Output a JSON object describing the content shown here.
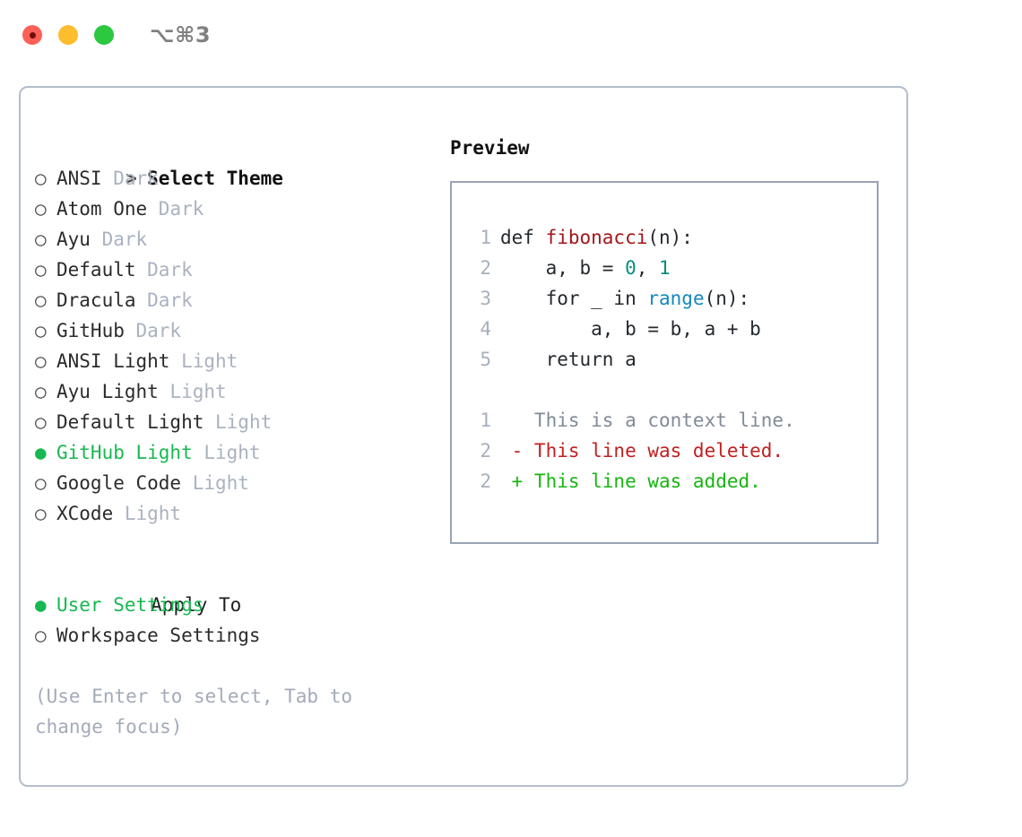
{
  "window": {
    "traffic_lights": [
      {
        "name": "close",
        "color": "#fc6058"
      },
      {
        "name": "minimize",
        "color": "#fdbd2e"
      },
      {
        "name": "zoom",
        "color": "#2bc840"
      }
    ],
    "shortcut": "⌥⌘3"
  },
  "theme_picker": {
    "prompt": ">",
    "header": "Select Theme",
    "bullet_selected": "●",
    "bullet_unselected": "○",
    "accent_color": "#17b851",
    "variant_color": "#aab2c0",
    "items": [
      {
        "name": "ANSI",
        "variant": "Dark",
        "selected": false
      },
      {
        "name": "Atom One",
        "variant": "Dark",
        "selected": false
      },
      {
        "name": "Ayu",
        "variant": "Dark",
        "selected": false
      },
      {
        "name": "Default",
        "variant": "Dark",
        "selected": false
      },
      {
        "name": "Dracula",
        "variant": "Dark",
        "selected": false
      },
      {
        "name": "GitHub",
        "variant": "Dark",
        "selected": false
      },
      {
        "name": "ANSI Light",
        "variant": "Light",
        "selected": false
      },
      {
        "name": "Ayu Light",
        "variant": "Light",
        "selected": false
      },
      {
        "name": "Default Light",
        "variant": "Light",
        "selected": false
      },
      {
        "name": "GitHub Light",
        "variant": "Light",
        "selected": true
      },
      {
        "name": "Google Code",
        "variant": "Light",
        "selected": false
      },
      {
        "name": "XCode",
        "variant": "Light",
        "selected": false
      }
    ]
  },
  "apply_to": {
    "header": "Apply To",
    "options": [
      {
        "label": "User Settings",
        "selected": true
      },
      {
        "label": "Workspace Settings",
        "selected": false
      }
    ]
  },
  "hint": "(Use Enter to select, Tab to change focus)",
  "preview": {
    "title": "Preview",
    "code_lines": [
      {
        "number": "1",
        "tokens": [
          {
            "text": "def ",
            "type": "plain"
          },
          {
            "text": "fibonacci",
            "type": "fn"
          },
          {
            "text": "(n):",
            "type": "plain"
          }
        ]
      },
      {
        "number": "2",
        "tokens": [
          {
            "text": "    a, b = ",
            "type": "plain"
          },
          {
            "text": "0",
            "type": "num"
          },
          {
            "text": ", ",
            "type": "plain"
          },
          {
            "text": "1",
            "type": "num"
          }
        ]
      },
      {
        "number": "3",
        "tokens": [
          {
            "text": "    for _ in ",
            "type": "plain"
          },
          {
            "text": "range",
            "type": "call"
          },
          {
            "text": "(n):",
            "type": "plain"
          }
        ]
      },
      {
        "number": "4",
        "tokens": [
          {
            "text": "        a, b = b, a + b",
            "type": "plain"
          }
        ]
      },
      {
        "number": "5",
        "tokens": [
          {
            "text": "    return a",
            "type": "plain"
          }
        ]
      }
    ],
    "diff_lines": [
      {
        "number": "1",
        "marker": " ",
        "text": "This is a context line.",
        "kind": "context"
      },
      {
        "number": "2",
        "marker": "-",
        "text": "This line was deleted.",
        "kind": "deleted"
      },
      {
        "number": "2",
        "marker": "+",
        "text": "This line was added.",
        "kind": "added"
      }
    ],
    "colors": {
      "function": "#a4161a",
      "number": "#0a8d7f",
      "builtin": "#1389bd",
      "context": "#808b97",
      "deleted": "#c02020",
      "added": "#16b510",
      "line_number": "#a7b0bd"
    }
  }
}
